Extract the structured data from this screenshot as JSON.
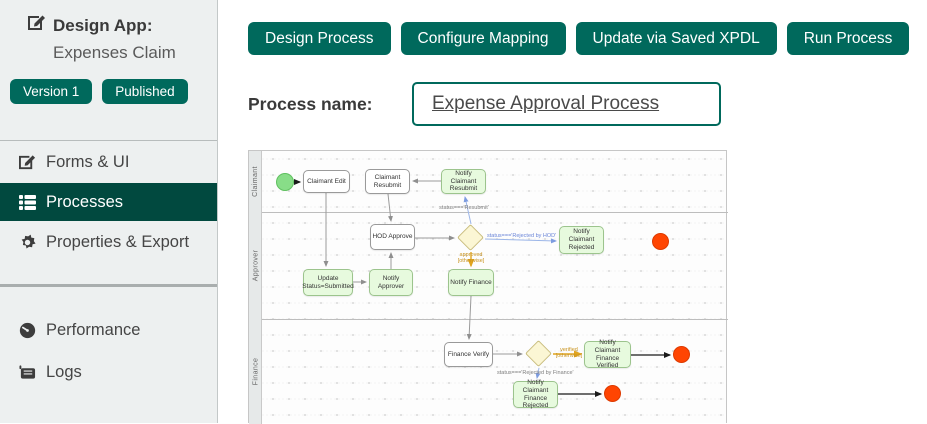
{
  "colors": {
    "accent": "#00695c",
    "accent_dark": "#01493f",
    "start_event": "#88dd88",
    "end_event": "#ff4502",
    "gateway": "#fbf6d4",
    "tool_node": "#e7fade"
  },
  "sidebar": {
    "app_label": "Design App:",
    "app_name": "Expenses Claim",
    "badges": {
      "version": "Version 1",
      "status": "Published"
    },
    "items": [
      {
        "label": "Forms & UI"
      },
      {
        "label": "Processes"
      },
      {
        "label": "Properties & Export"
      },
      {
        "label": "Performance"
      },
      {
        "label": "Logs"
      }
    ]
  },
  "toolbar": {
    "buttons": [
      {
        "label": "Design Process"
      },
      {
        "label": "Configure Mapping"
      },
      {
        "label": "Update via Saved XPDL"
      },
      {
        "label": "Run Process"
      }
    ]
  },
  "process": {
    "name_label": "Process name:",
    "name_value": "Expense Approval Process"
  },
  "diagram": {
    "lanes": [
      "Claimant",
      "Approver",
      "Finance"
    ],
    "nodes": {
      "claimant_edit": "Claimant Edit",
      "claimant_resubmit": "Claimant Resubmit",
      "notify_claimant_resubmit": "Notify Claimant Resubmit",
      "hod_approve": "HOD Approve",
      "notify_claimant_rejected": "Notify Claimant Rejected",
      "update_status_submitted": "Update Status=Submitted",
      "notify_approver": "Notify Approver",
      "notify_finance": "Notify Finance",
      "finance_verify": "Finance Verify",
      "notify_claimant_finance_verified": "Notify Claimant Finance Verified",
      "notify_claimant_finance_rejected": "Notify Claimant Finance Rejected"
    },
    "edge_labels": {
      "resubmit": "status==='Resubmit'",
      "rejected_hod": "status==='Rejected by HOD'",
      "approved_otherwise": "approved [otherwise]",
      "verified_otherwise": "verified [otherwise]",
      "rejected_finance": "status==='Rejected by Finance'"
    }
  }
}
